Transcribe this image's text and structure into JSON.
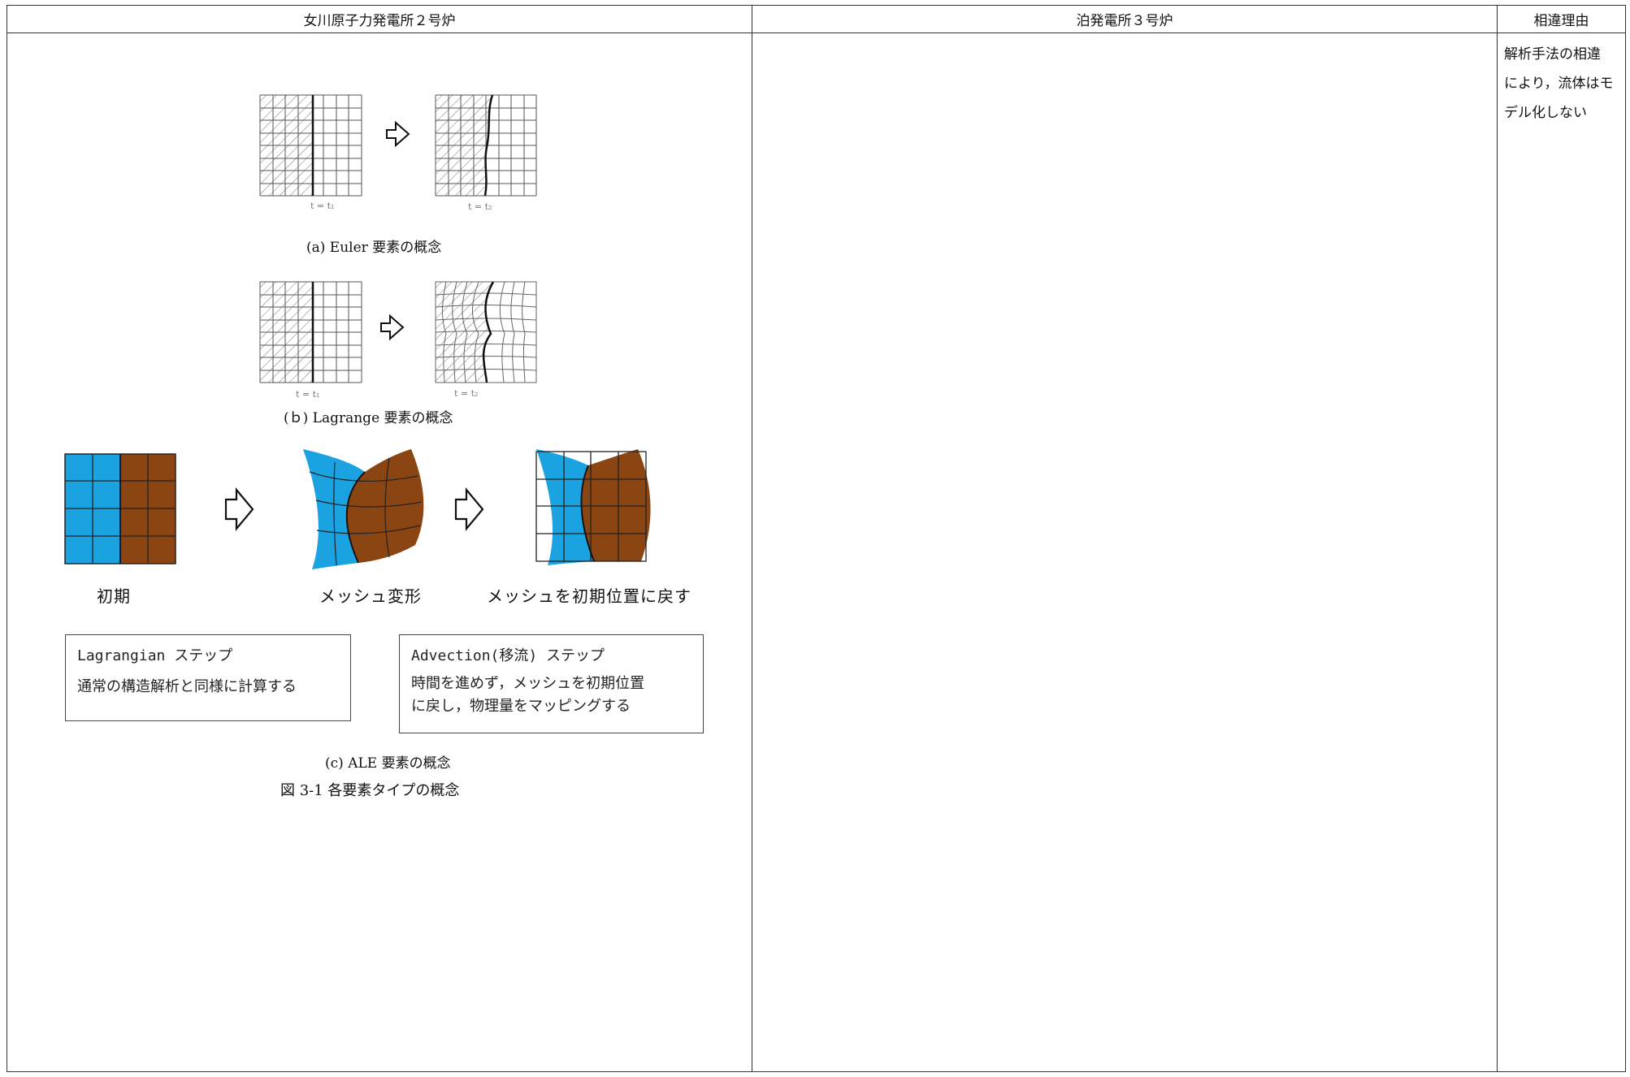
{
  "header": {
    "col_a": "女川原子力発電所２号炉",
    "col_b": "泊発電所３号炉",
    "col_c": "相違理由"
  },
  "reason_lines": [
    "解析手法の相違",
    "により，流体はモ",
    "デル化しない"
  ],
  "figure": {
    "euler": {
      "t1": "t = t₁",
      "t2": "t = t₂",
      "caption": "(a) Euler 要素の概念"
    },
    "lagrange": {
      "t1": "t = t₁",
      "t2": "t = t₂",
      "caption": "(ｂ) Lagrange 要素の概念"
    },
    "ale": {
      "label_initial": "初期",
      "label_deform": "メッシュ変形",
      "label_return": "メッシュを初期位置に戻す",
      "box1": {
        "title": "Lagrangian ステップ",
        "line1": "通常の構造解析と同様に計算する"
      },
      "box2": {
        "title": "Advection(移流) ステップ",
        "line1": "時間を進めず，メッシュを初期位置",
        "line2": "に戻し，物理量をマッピングする"
      },
      "caption": "(c) ALE 要素の概念"
    },
    "title": "図 3-1 各要素タイプの概念"
  },
  "colors": {
    "fluid_blue": "#1aa3e0",
    "solid_brown": "#8b4513"
  }
}
